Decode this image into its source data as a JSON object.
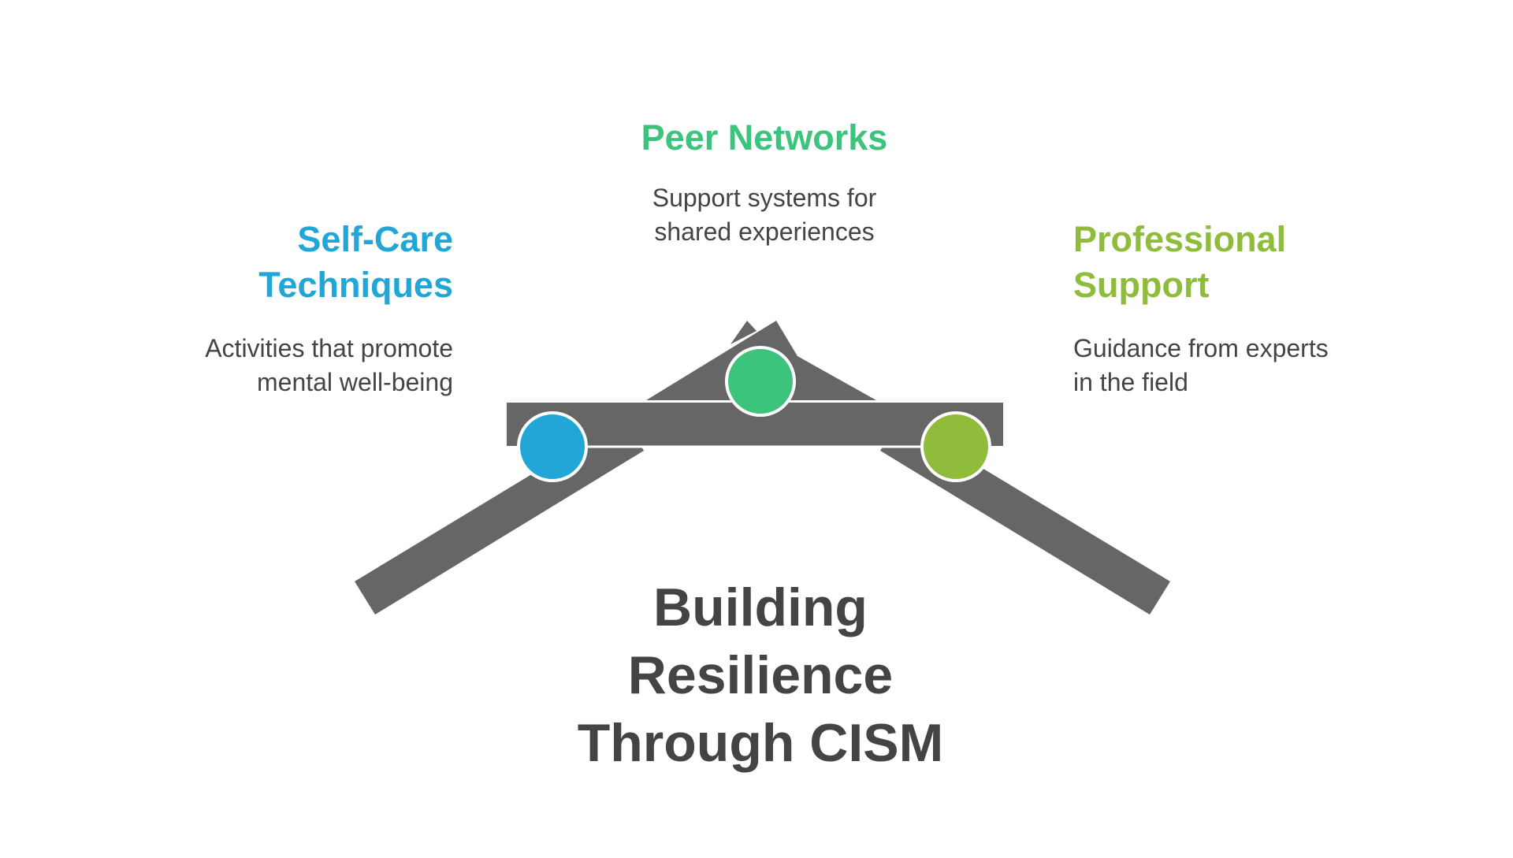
{
  "title_lines": [
    "Building",
    "Resilience",
    "Through CISM"
  ],
  "nodes": [
    {
      "id": "self-care",
      "heading_lines": [
        "Self-Care",
        "Techniques"
      ],
      "description_lines": [
        "Activities that promote",
        "mental well-being"
      ],
      "color": "#22a6d8"
    },
    {
      "id": "peer-networks",
      "heading_lines": [
        "Peer Networks"
      ],
      "description_lines": [
        "Support systems for",
        "shared experiences"
      ],
      "color": "#3cc47c"
    },
    {
      "id": "professional-support",
      "heading_lines": [
        "Professional",
        "Support"
      ],
      "description_lines": [
        "Guidance from experts",
        "in the field"
      ],
      "color": "#8fbc3a"
    }
  ],
  "structure_color": "#666666"
}
